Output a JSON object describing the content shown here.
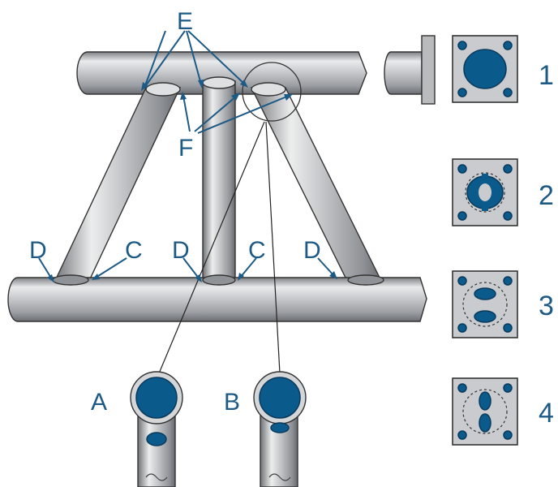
{
  "labels": {
    "E": "E",
    "F": "F",
    "D_left": "D",
    "C_left": "C",
    "D_mid": "D",
    "C_right": "C",
    "D_right": "D",
    "A": "A",
    "B": "B"
  },
  "variants": [
    "1",
    "2",
    "3",
    "4"
  ],
  "colors": {
    "accent": "#1d5a86",
    "tube_light": "#e6e7e9",
    "tube_mid": "#b7b9bc",
    "tube_dark": "#7c7f83",
    "plate": "#c9cbce",
    "cut_blue": "#0a5a8c"
  }
}
